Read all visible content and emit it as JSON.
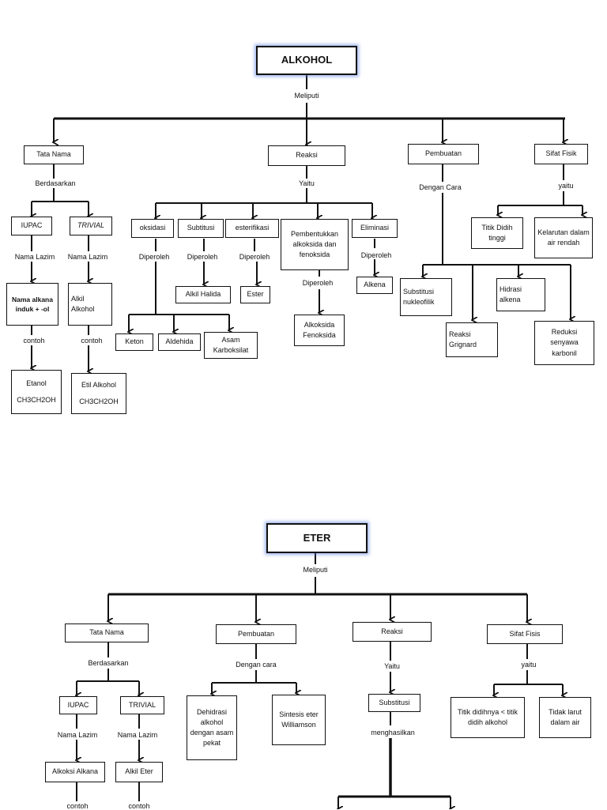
{
  "alkohol": {
    "title": "ALKOHOL",
    "meliputi": "Meliputi",
    "tata_nama": "Tata Nama",
    "reaksi": "Reaksi",
    "pembuatan": "Pembuatan",
    "sifat_fisik": "Sifat Fisik",
    "berdasarkan": "Berdasarkan",
    "yaitu_reaksi": "Yaitu",
    "dengan_cara": "Dengan Cara",
    "yaitu_sifat": "yaitu",
    "iupac": "IUPAC",
    "trivial": "TRIVIAL",
    "nama_lazim_1": "Nama Lazim",
    "nama_lazim_2": "Nama Lazim",
    "nama_alkana": "Nama alkana induk + -ol",
    "alkil_alkohol": "Alkil Alkohol",
    "contoh_1": "contoh",
    "contoh_2": "contoh",
    "etanol_name": "Etanol",
    "etanol_formula": "CH3CH2OH",
    "etil_name": "Etil Alkohol",
    "etil_formula": "CH3CH2OH",
    "oksidasi": "oksidasi",
    "subtitusi": "Subtitusi",
    "esterifikasi": "esterifikasi",
    "pembentukkan": "Pembentukkan alkoksida dan fenoksida",
    "eliminasi": "Eliminasi",
    "diperoleh_oks": "Diperoleh",
    "diperoleh_sub": "Diperoleh",
    "diperoleh_est": "Diperoleh",
    "diperoleh_pem": "Diperoleh",
    "diperoleh_eli": "Diperoleh",
    "alkil_halida": "Alkil Halida",
    "ester": "Ester",
    "alkena": "Alkena",
    "alkoksida_fenoksida": "Alkoksida Fenoksida",
    "keton": "Keton",
    "aldehida": "Aldehida",
    "asam_karboksilat": "Asam Karboksilat",
    "substitusi_nukleofilik": "Substitusi nukleofilik",
    "reaksi_grignard": "Reaksi Grignard",
    "hidrasi_alkena": "Hidrasi alkena",
    "reduksi_karbonil": "Reduksi senyawa karbonil",
    "titik_didih": "Titik Didih tinggi",
    "kelarutan": "Kelarutan dalam air rendah"
  },
  "eter": {
    "title": "ETER",
    "meliputi": "Meliputi",
    "tata_nama": "Tata Nama",
    "pembuatan": "Pembuatan",
    "reaksi": "Reaksi",
    "sifat_fisik": "Sifat Fisis",
    "berdasarkan": "Berdasarkan",
    "dengan_cara": "Dengan cara",
    "yaitu_reaksi": "Yaitu",
    "yaitu_sifat": "yaitu",
    "iupac": "IUPAC",
    "trivial": "TRIVIAL",
    "nama_lazim_1": "Nama Lazim",
    "nama_lazim_2": "Nama Lazim",
    "alkoksi_alkana": "Alkoksi Alkana",
    "alkil_eter": "Alkil Eter",
    "contoh_1": "contoh",
    "contoh_2": "contoh",
    "dehidrasi": "Dehidrasi alkohol dengan asam pekat",
    "sintesis": "Sintesis eter Williamson",
    "substitusi": "Substitusi",
    "menghasilkan": "menghasilkan",
    "titik_didih": "Titik didihnya < titik didih alkohol",
    "tidak_larut": "Tidak larut dalam air"
  }
}
